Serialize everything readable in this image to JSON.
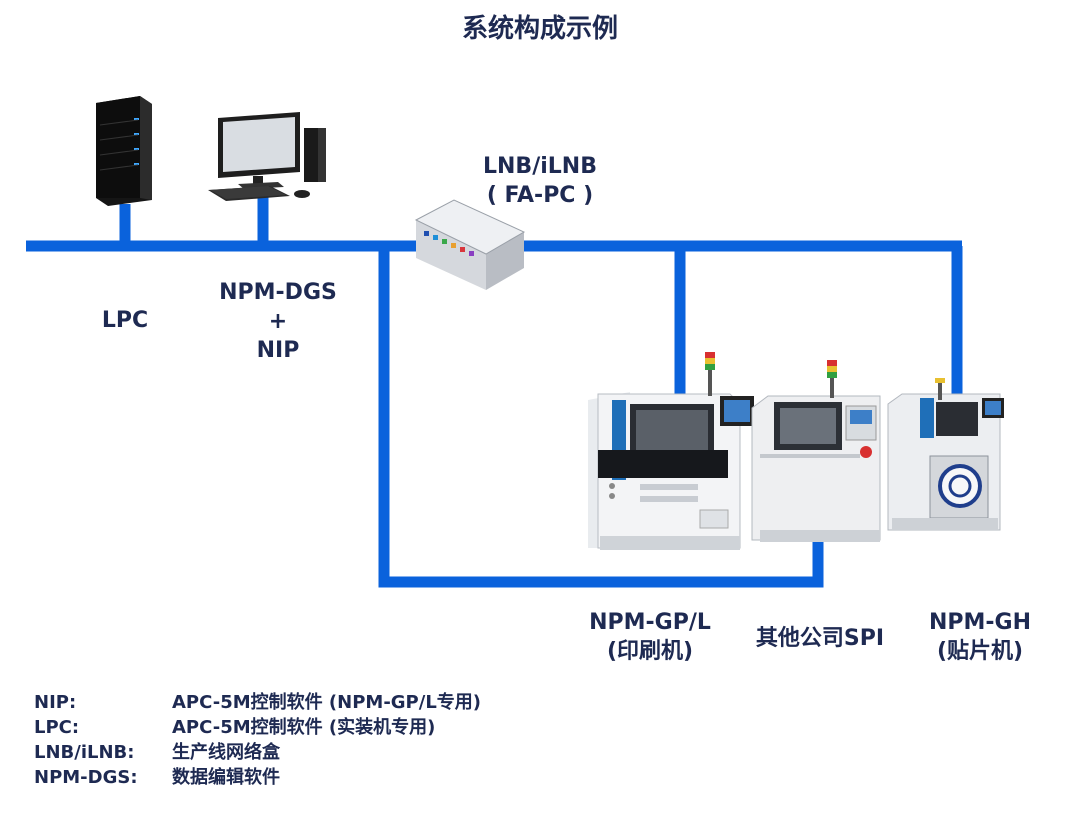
{
  "title": "系统构成示例",
  "labels": {
    "lpc": "LPC",
    "dgs_line1": "NPM-DGS",
    "dgs_line2": "+",
    "dgs_line3": "NIP",
    "lnb_line1": "LNB/iLNB",
    "lnb_line2": "( FA-PC )",
    "gp_line1": "NPM-GP/L",
    "gp_line2": "(印刷机)",
    "spi": "其他公司SPI",
    "gh_line1": "NPM-GH",
    "gh_line2": "(贴片机)"
  },
  "legend": [
    {
      "key": "NIP:",
      "value": "APC-5M控制软件 (NPM-GP/L专用)"
    },
    {
      "key": "LPC:",
      "value": "APC-5M控制软件 (实装机专用)"
    },
    {
      "key": "LNB/iLNB:",
      "value": "生产线网络盒"
    },
    {
      "key": "NPM-DGS:",
      "value": "数据编辑软件"
    }
  ],
  "colors": {
    "network": "#0a62dc",
    "text": "#1e2a52",
    "machine_accent": "#1f6fb8"
  }
}
